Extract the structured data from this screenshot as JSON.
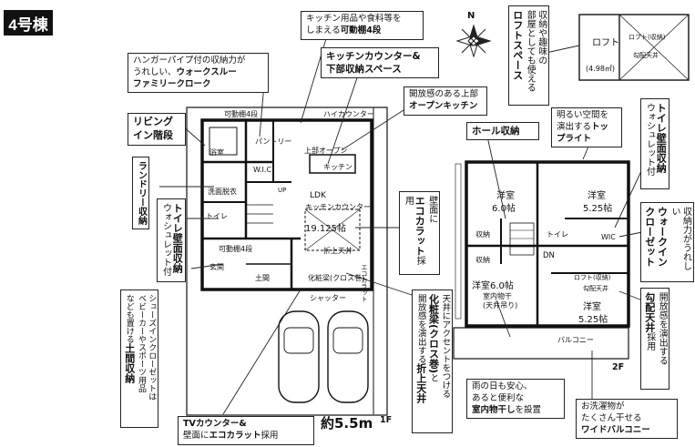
{
  "badge": "4号棟",
  "compass": "N",
  "callouts": {
    "kitchen_storage": {
      "line1": "キッチン用品や食料等を",
      "line2": "しまえる",
      "bold": "可動棚4段"
    },
    "kitchen_counter": {
      "line1": "キッチンカウンター&",
      "line2": "下部収納スペース"
    },
    "walkthrough": {
      "line1": "ハンガーパイプ付の収納力が",
      "line2": "うれしい、",
      "bold1": "ウォークスルー",
      "bold2": "ファミリークローク"
    },
    "living_stairs": {
      "line1": "リビング",
      "line2": "イン階段"
    },
    "open_kitchen": {
      "line1": "開放感のある上部",
      "bold": "オープンキッチン"
    },
    "hall_storage": {
      "text": "ホール収納"
    },
    "top_light": {
      "line1": "明るい空間を",
      "line2": "演出する",
      "bold": "トップライト"
    },
    "eco_wall": {
      "line1": "壁面に",
      "bold": "エコカラット",
      "line2": "採用"
    },
    "tv_counter": {
      "line1": "TVカウンター&",
      "line2": "壁面に",
      "bold": "エコカラット",
      "line3": "採用"
    },
    "rain_drying": {
      "line1": "雨の日も安心、",
      "line2": "あると便利な",
      "bold": "室内物干し",
      "line3": "を設置"
    },
    "wide_balcony": {
      "line1": "お洗濯物が",
      "line2": "たくさん干せる",
      "bold": "ワイドバルコニー"
    }
  },
  "vcallouts": {
    "loft": {
      "line1": "収納や趣味の",
      "line2": "部屋としても使える",
      "bold": "ロフトスペース"
    },
    "laundry": {
      "text": "ランドリー収納"
    },
    "toilet_1f": {
      "bold": "トイレ壁面収納",
      "line2": "ウォシュレット付"
    },
    "shoes": {
      "line1": "シューズインクローゼットは",
      "line2": "ベビーカーやスポーツ用品",
      "line3": "なども置ける",
      "bold": "土間収納"
    },
    "ceiling": {
      "line1": "天井にアクセントをつける",
      "bold1": "化粧梁(クロス巻)",
      "line2": "と",
      "line3": "開放感を演出する",
      "bold2": "折上天井"
    },
    "toilet_2f": {
      "bold": "トイレ壁面収納",
      "line2": "ウォシュレット付"
    },
    "wic": {
      "line1": "収納力がうれしい",
      "bold": "ウォークイン",
      "bold2": "クローゼット"
    },
    "slope": {
      "line1": "開放感を演出する",
      "bold": "勾配天井",
      "line2": "採用"
    }
  },
  "loft_plan": {
    "label": "ロフト",
    "area": "(4.98㎡)",
    "sub1": "ロフト(収納)",
    "sub2": "勾配天井"
  },
  "floor1": {
    "rooms": {
      "pantry": "パントリー",
      "wic": "W.I.C",
      "bath": "浴室",
      "wash": "洗面脱衣",
      "toilet": "トイレ",
      "ldk": "LDK",
      "ldk_size": "19.125帖",
      "oriage": "折上天井",
      "beam": "化粧梁(クロス巻)",
      "genkan": "玄関",
      "shoes": "土間",
      "ecocarat": "エコカラット",
      "kitchen": "キッチン",
      "shelf4": "可動棚4段",
      "shelf4b": "可動棚4段",
      "highcounter": "ハイカウンター",
      "upper": "上部オープン",
      "stairs": "UP",
      "counter": "キッチンカウンター"
    },
    "shutter": "シャッター",
    "width": "約5.5m",
    "floor": "1F"
  },
  "floor2": {
    "rooms": {
      "w1": "洋室",
      "w1_size": "6.0帖",
      "w2": "洋室",
      "w2_size": "5.25帖",
      "w3": "洋室6.0帖",
      "w3_sub": "室内物干",
      "w3_sub2": "(天井吊り)",
      "w4": "洋室",
      "w4_size": "5.25帖",
      "storage": "収納",
      "storage2": "収納",
      "dn": "DN",
      "wic": "WIC",
      "toilet": "トイレ",
      "loft": "ロフト(収納)",
      "slope": "勾配天井",
      "balcony": "バルコニー"
    },
    "floor": "2F"
  }
}
